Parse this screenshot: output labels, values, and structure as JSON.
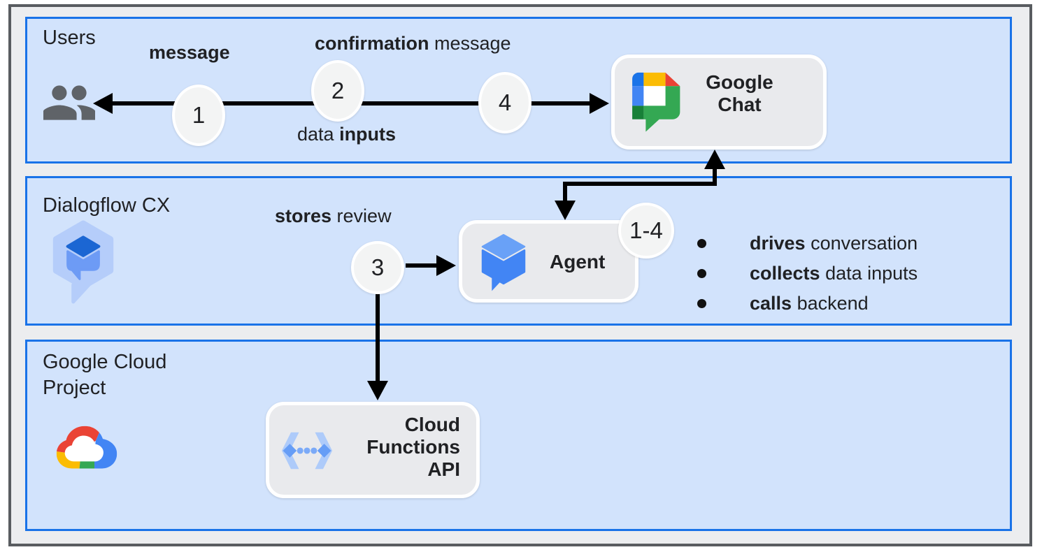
{
  "bands": [
    {
      "id": "users",
      "label": "Users"
    },
    {
      "id": "dialogflow-cx",
      "label": "Dialogflow CX"
    },
    {
      "id": "google-cloud-project",
      "label": "Google Cloud Project"
    }
  ],
  "nodes": {
    "google_chat": {
      "lines": [
        "Google",
        "Chat"
      ]
    },
    "agent": {
      "title": "Agent",
      "badge": "1-4"
    },
    "cloud_functions": {
      "lines": [
        "Cloud",
        "Functions",
        "API"
      ]
    }
  },
  "steps": {
    "s1": "1",
    "s2": "2",
    "s3": "3",
    "s4": "4",
    "s14": "1-4"
  },
  "labels": {
    "message": {
      "bold": "message"
    },
    "confirmation": {
      "bold": "confirmation",
      "regular": " message"
    },
    "data_inputs": {
      "regular": "data ",
      "bold": "inputs"
    },
    "stores_review": {
      "bold": "stores",
      "regular": " review"
    }
  },
  "bullets": [
    {
      "bold": "drives",
      "regular": " conversation"
    },
    {
      "bold": "collects",
      "regular": " data inputs"
    },
    {
      "bold": "calls",
      "regular": " backend"
    }
  ],
  "icons": [
    "users-icon",
    "google-chat-icon",
    "dialogflow-cx-icon",
    "agent-icon",
    "google-cloud-icon",
    "cloud-functions-icon"
  ],
  "colors": {
    "band_fill": "#d2e3fc",
    "band_border": "#1a73e8",
    "node_fill": "#e9eaed",
    "outer_fill": "#ecedef",
    "outer_border": "#595c60",
    "arrow": "#000000",
    "text": "#202124",
    "google_blue": "#4285f4",
    "google_blue_dark": "#1a73e8",
    "google_red": "#ea4335",
    "google_yellow": "#fbbc04",
    "google_green": "#34a853",
    "google_green_dark": "#188038",
    "icon_gray": "#5f6368",
    "icon_light_blue": "#aecbfa",
    "icon_mid_blue": "#669df6",
    "icon_dark_blue": "#1b66d3"
  }
}
